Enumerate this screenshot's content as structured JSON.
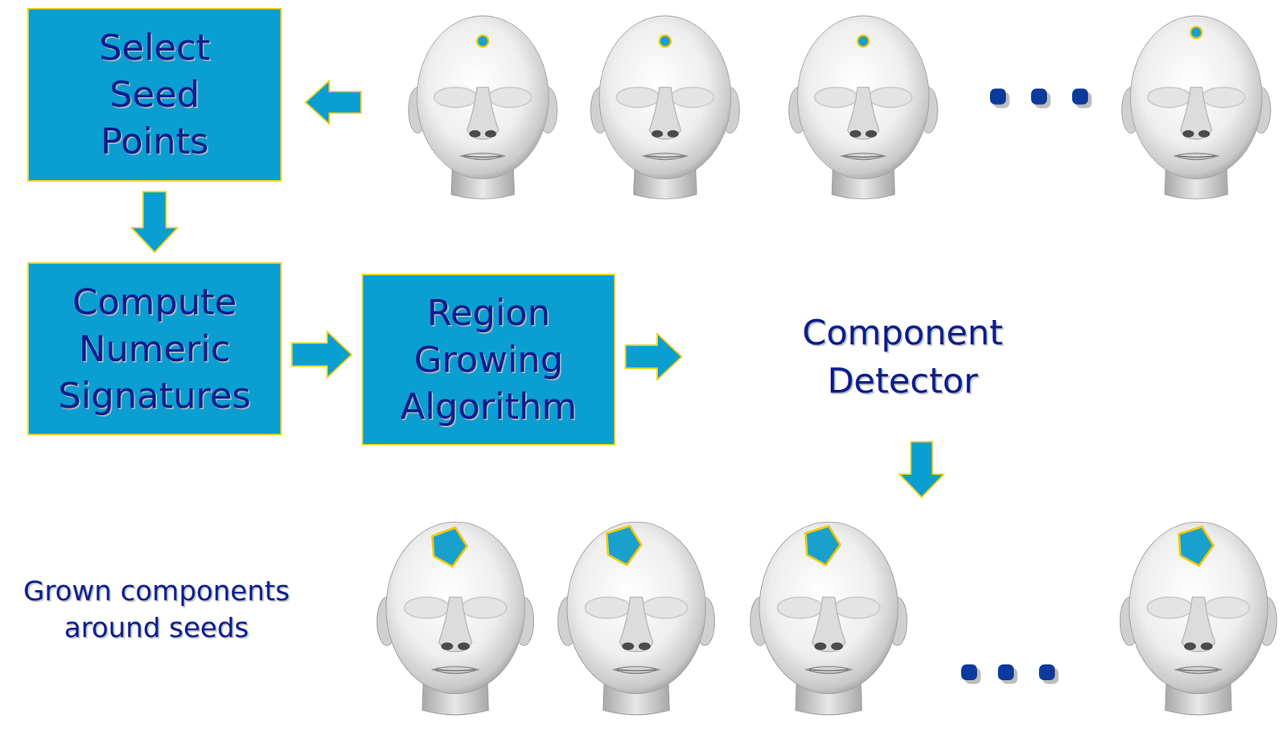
{
  "diagram": {
    "nodes": [
      {
        "text": [
          "Select Seed Points"
        ]
      },
      {
        "text": [
          "Compute Numeric Signatures"
        ]
      },
      {
        "text": [
          "Region Growing Algorithm"
        ]
      },
      {
        "text": [
          "Component Detector"
        ]
      }
    ],
    "edges": [
      {
        "from": 0,
        "to": 1,
        "arrow": "to"
      },
      {
        "from": 1,
        "to": 2,
        "arrow": "to"
      },
      {
        "from": 2,
        "to": 3,
        "arrow": "to"
      }
    ],
    "labels": [
      "Grown components around seeds"
    ]
  }
}
